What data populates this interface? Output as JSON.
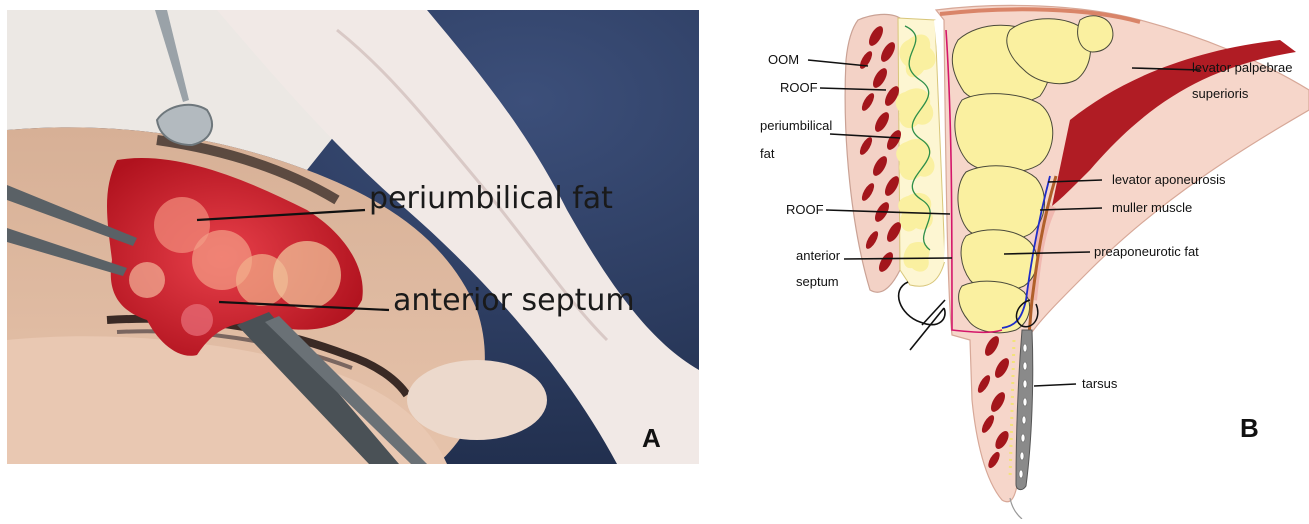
{
  "panel_a": {
    "letter": "A",
    "labels": {
      "periumbilical_fat": "periumbilical fat",
      "anterior_septum": "anterior septum"
    }
  },
  "panel_b": {
    "letter": "B",
    "labels": {
      "oom": "OOM",
      "roof_top": "ROOF",
      "periumbilical_fat_1": "periumbilical",
      "periumbilical_fat_2": "fat",
      "roof_mid": "ROOF",
      "anterior_septum_1": "anterior",
      "anterior_septum_2": "septum",
      "levator_1": "levator palpebrae",
      "levator_2": "superioris",
      "levator_aponeurosis": "levator aponeurosis",
      "muller_muscle": "muller muscle",
      "preaponeurotic_fat": "preaponeurotic fat",
      "tarsus": "tarsus"
    }
  },
  "colors": {
    "skin": "#f3d2c6",
    "muscle": "#a3161c",
    "fat": "#faf0a0",
    "levator": "#b01c24",
    "septum_line": "#d4166a",
    "roof_line": "#2e8f4a",
    "aponeurosis": "#b0602a",
    "muller": "#1f2dc8",
    "tarsus": "#8a8a8a",
    "tissue_red": "#c81f2e"
  }
}
